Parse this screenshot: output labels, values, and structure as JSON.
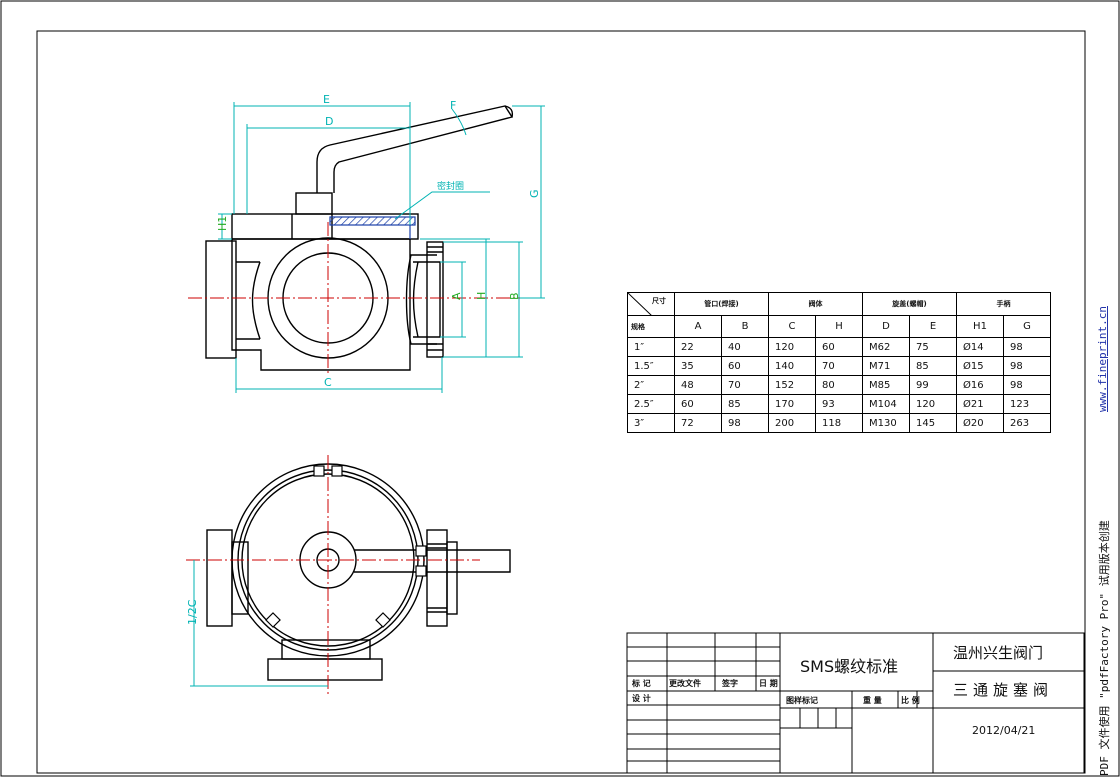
{
  "colors": {
    "outline": "#000000",
    "dimension": "#00b3b3",
    "centerline": "#cc0000",
    "seal": "#1a3fa8",
    "label_green": "#22aa22"
  },
  "top_view": {
    "dims": {
      "E": "E",
      "D": "D",
      "F": "F",
      "G": "G",
      "H1": "H1",
      "A": "A",
      "H": "H",
      "B": "B",
      "C": "C"
    },
    "seal_label": "密封圈"
  },
  "bottom_view": {
    "dim_label": "1/2C"
  },
  "spec_table": {
    "corner_size": "尺寸",
    "corner_spec": "规格",
    "group_headers": [
      "管口(焊接)",
      "阀体",
      "旋盖(螺帽)",
      "手柄"
    ],
    "columns": [
      "A",
      "B",
      "C",
      "H",
      "D",
      "E",
      "H1",
      "G"
    ],
    "rows": [
      [
        "1″",
        "22",
        "40",
        "120",
        "60",
        "M62",
        "75",
        "Ø14",
        "98"
      ],
      [
        "1.5″",
        "35",
        "60",
        "140",
        "70",
        "M71",
        "85",
        "Ø15",
        "98"
      ],
      [
        "2″",
        "48",
        "70",
        "152",
        "80",
        "M85",
        "99",
        "Ø16",
        "98"
      ],
      [
        "2.5″",
        "60",
        "85",
        "170",
        "93",
        "M104",
        "120",
        "Ø21",
        "123"
      ],
      [
        "3″",
        "72",
        "98",
        "200",
        "118",
        "M130",
        "145",
        "Ø20",
        "263"
      ]
    ]
  },
  "title_block": {
    "standard": "SMS螺纹标准",
    "company": "温州兴生阀门",
    "product": "三通旋塞阀",
    "date": "2012/04/21",
    "col_mark": "标 记",
    "col_change_doc": "更改文件",
    "col_sign": "签字",
    "col_date": "日 期",
    "design": "设 计",
    "drawing_mark": "图样标记",
    "weight": "重 量",
    "scale": "比 例"
  },
  "side_url": "www.fineprint.cn",
  "side_note": "PDF 文件使用 \"pdfFactory Pro\" 试用版本创建"
}
